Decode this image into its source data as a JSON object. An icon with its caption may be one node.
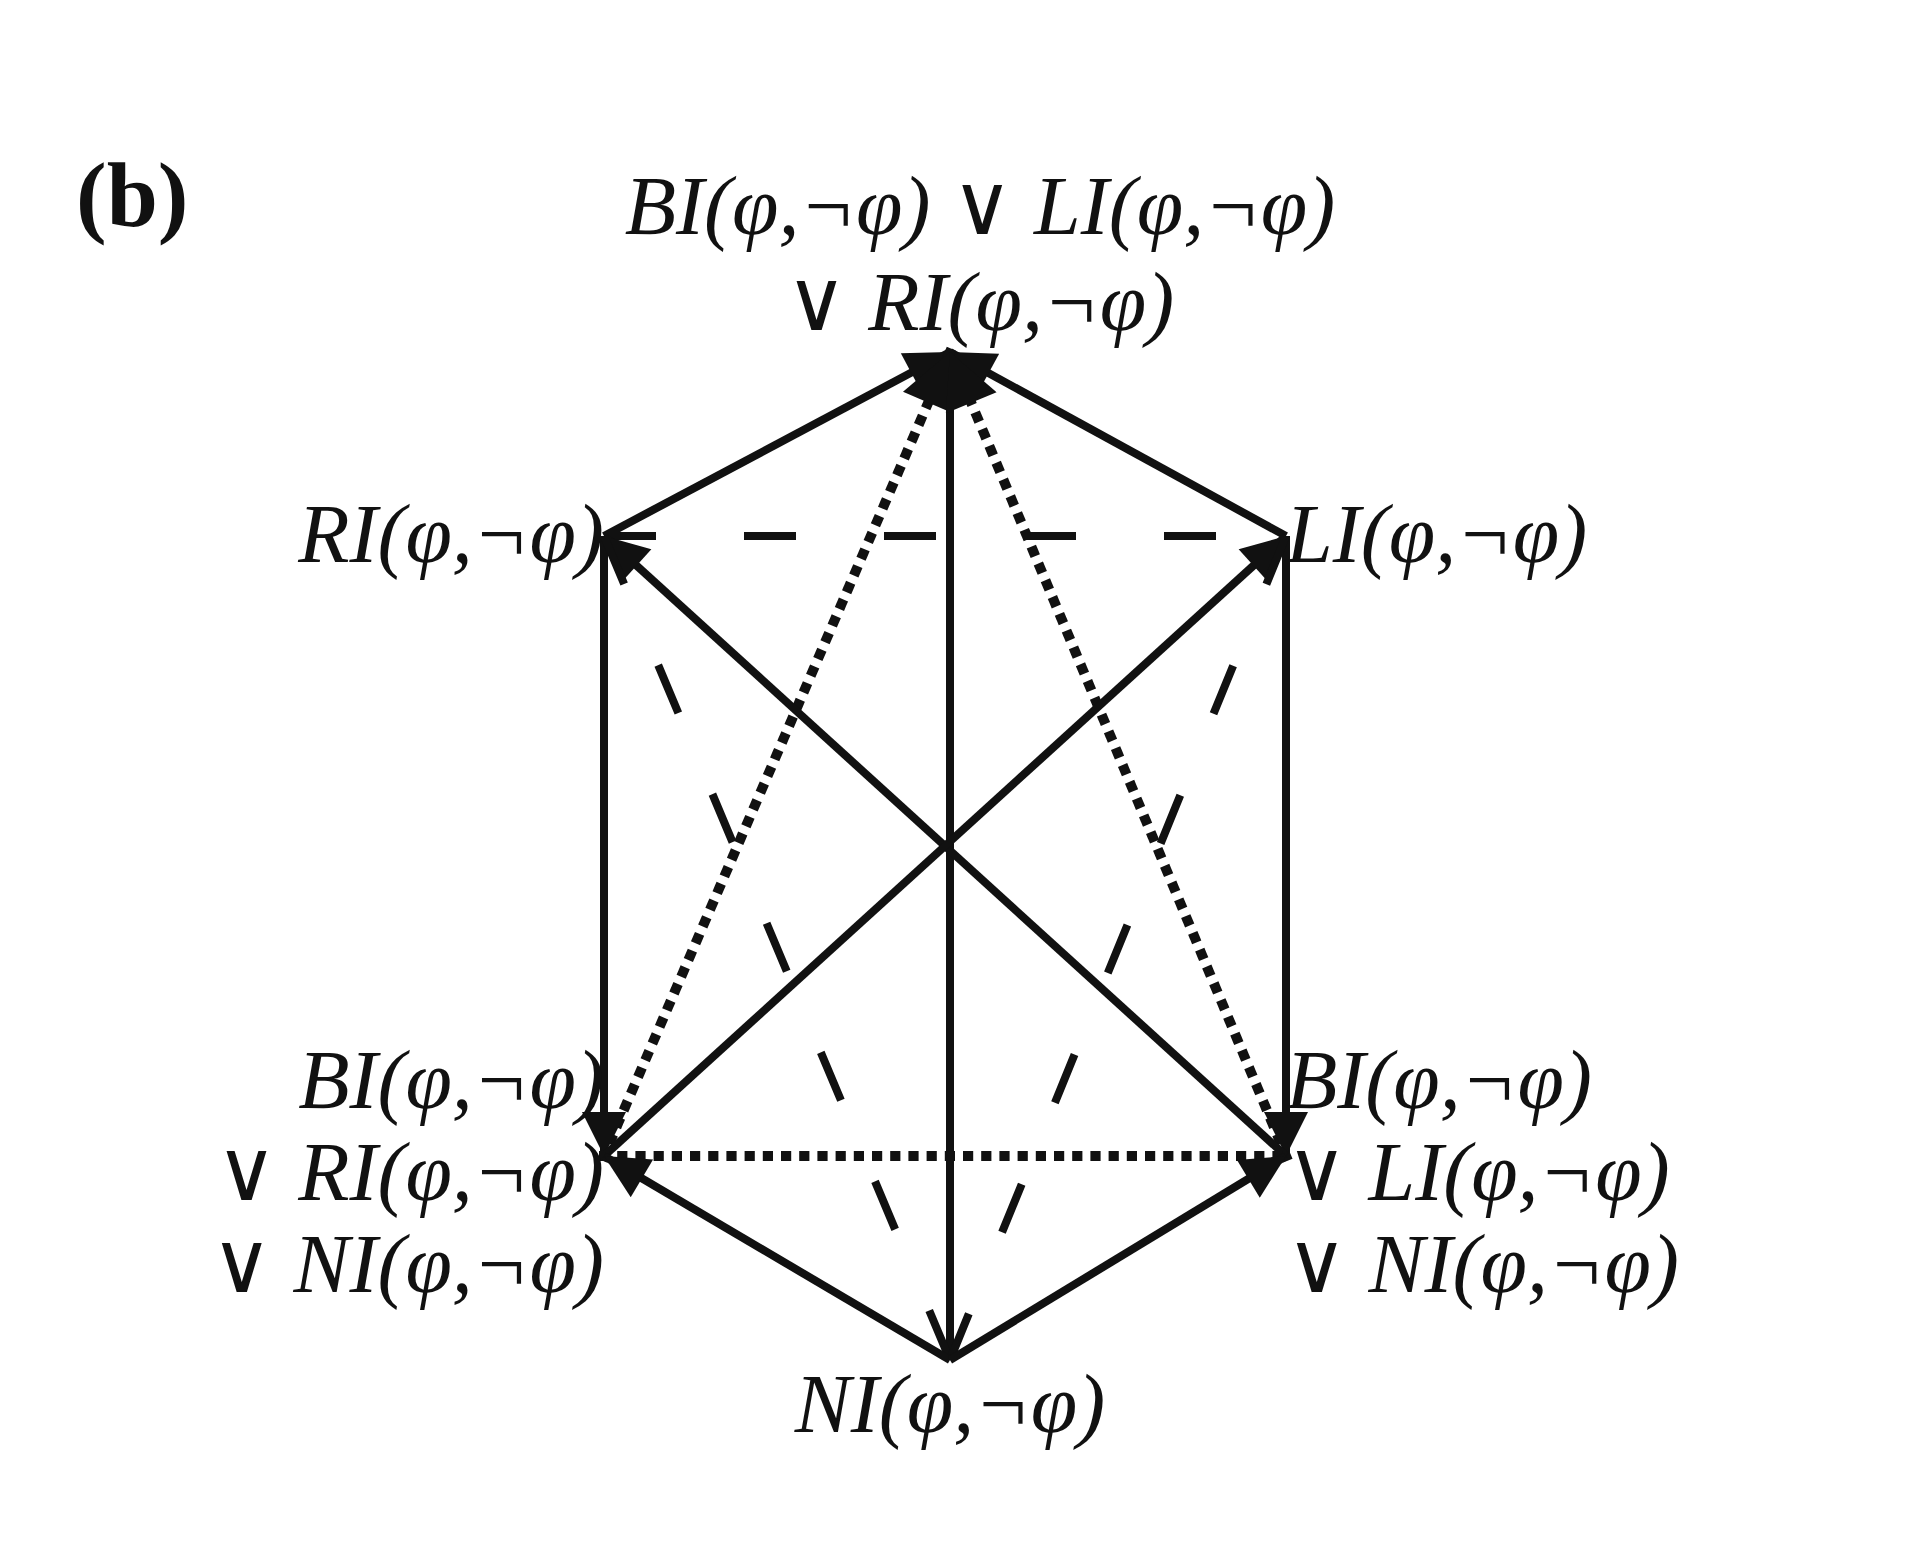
{
  "diagram": {
    "nodes": [
      {
        "text": [
          "BI(φ,¬φ) ∨ LI(φ,¬φ) ∨ RI(φ,¬φ)"
        ]
      },
      {
        "text": [
          "RI(φ,¬φ)"
        ]
      },
      {
        "text": [
          "LI(φ,¬φ)"
        ]
      },
      {
        "text": [
          "BI(φ,¬φ) ∨ RI(φ,¬φ) ∨ NI(φ,¬φ)"
        ]
      },
      {
        "text": [
          "BI(φ,¬φ) ∨ LI(φ,¬φ) ∨ NI(φ,¬φ)"
        ]
      },
      {
        "text": [
          "NI(φ,¬φ)"
        ]
      }
    ],
    "edges": [
      {
        "from": 1,
        "to": 0,
        "arrow": "to"
      },
      {
        "from": 2,
        "to": 0,
        "arrow": "to"
      },
      {
        "from": 5,
        "to": 0,
        "arrow": "to"
      },
      {
        "from": 3,
        "to": 0,
        "arrow": "to",
        "style": "dashed"
      },
      {
        "from": 4,
        "to": 0,
        "arrow": "to",
        "style": "dashed"
      },
      {
        "from": 1,
        "to": 2,
        "arrow": "none",
        "style": "dashed"
      },
      {
        "from": 1,
        "to": 3,
        "arrow": "to"
      },
      {
        "from": 2,
        "to": 4,
        "arrow": "to"
      },
      {
        "from": 4,
        "to": 1,
        "arrow": "to"
      },
      {
        "from": 3,
        "to": 2,
        "arrow": "to"
      },
      {
        "from": 1,
        "to": 5,
        "arrow": "none",
        "style": "dashed"
      },
      {
        "from": 2,
        "to": 5,
        "arrow": "none",
        "style": "dashed"
      },
      {
        "from": 3,
        "to": 4,
        "arrow": "none",
        "style": "dashed"
      },
      {
        "from": 5,
        "to": 3,
        "arrow": "to"
      },
      {
        "from": 5,
        "to": 4,
        "arrow": "to"
      }
    ],
    "labels": [
      "(b)"
    ]
  }
}
